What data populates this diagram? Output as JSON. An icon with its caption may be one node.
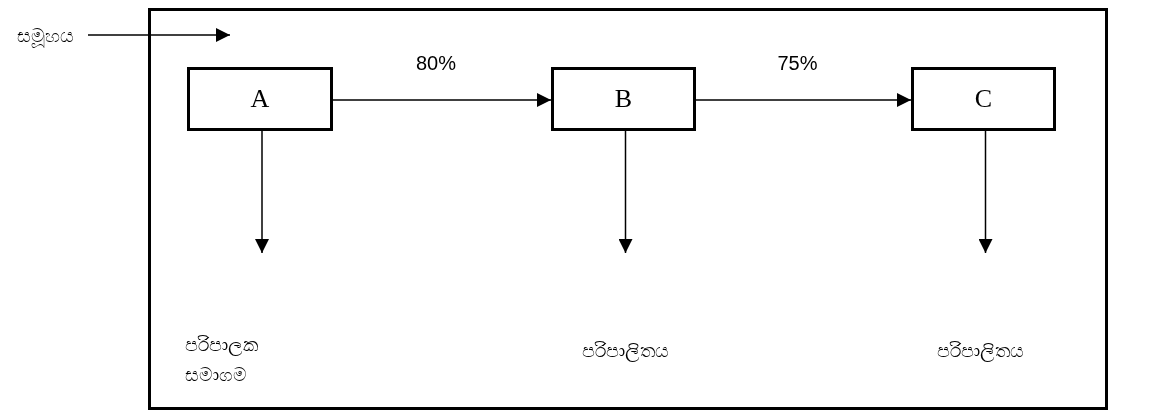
{
  "diagram": {
    "nodes": [
      {
        "text": [],
        "shape": "box"
      },
      {
        "text": [
          "සමූහය"
        ]
      },
      {
        "text": [
          "A"
        ],
        "in": 0
      },
      {
        "text": [
          "B"
        ],
        "in": 0
      },
      {
        "text": [
          "C"
        ],
        "in": 0
      },
      {
        "text": [
          "පරිපාලක සමාගම"
        ],
        "in": 0
      },
      {
        "text": [
          "පරිපාලිතය"
        ],
        "in": 0
      },
      {
        "text": [
          "පරිපාලිතය"
        ],
        "in": 0
      }
    ],
    "edges": [
      {
        "from": 1,
        "to": 0,
        "arrow": "to"
      },
      {
        "from": 2,
        "to": 3,
        "arrow": "to",
        "label": "80%"
      },
      {
        "from": 3,
        "to": 4,
        "arrow": "to",
        "label": "75%"
      },
      {
        "from": 2,
        "to": 5,
        "arrow": "to"
      },
      {
        "from": 3,
        "to": 6,
        "arrow": "to"
      },
      {
        "from": 4,
        "to": 7,
        "arrow": "to"
      }
    ]
  }
}
